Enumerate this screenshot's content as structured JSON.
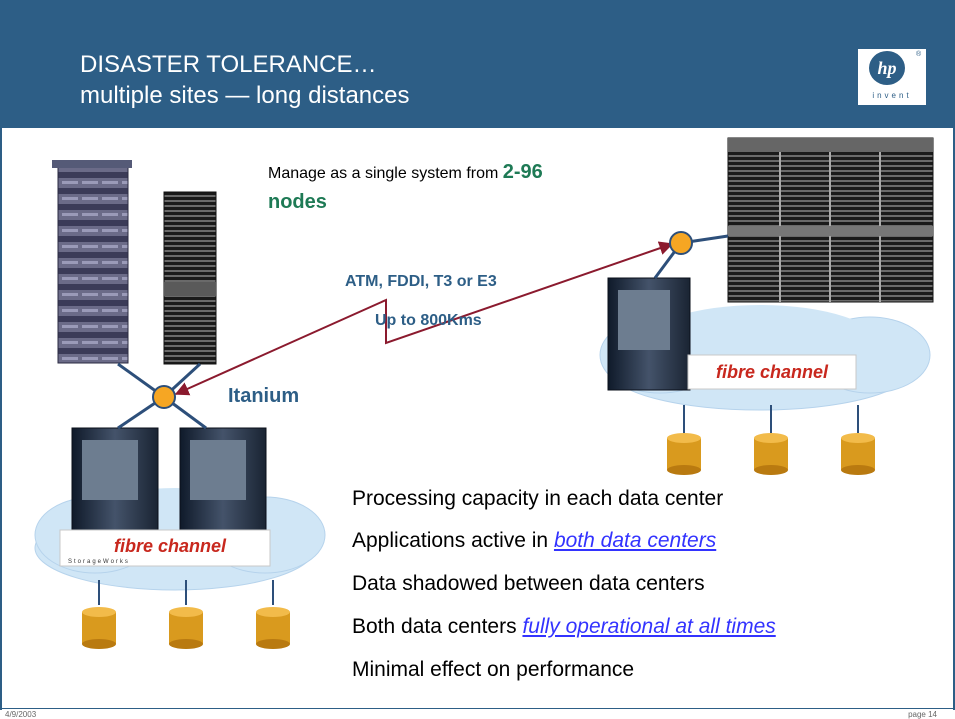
{
  "slide": {
    "title_line1": "DISASTER TOLERANCE…",
    "title_line2": "multiple sites — long distances",
    "logo": {
      "mark": "hp",
      "tagline": "invent"
    },
    "manage_text": "Manage as a single system from ",
    "manage_highlight_a": "2-96",
    "manage_highlight_b": "nodes",
    "link_label_1": "ATM, FDDI, T3 or E3",
    "link_label_2": "Up to 800Kms",
    "itanium_label": "Itanium",
    "fibre_label": "fibre channel",
    "storage_label": "StorageWorks",
    "bullets": [
      {
        "text": "Processing capacity in each data center",
        "highlight": ""
      },
      {
        "text": "Applications active in ",
        "highlight": "both data centers"
      },
      {
        "text": "Data shadowed between data centers",
        "highlight": ""
      },
      {
        "text": "Both data centers ",
        "highlight": "fully operational at all times"
      },
      {
        "text": "Minimal effect on performance",
        "highlight": ""
      }
    ],
    "footer_date": "4/9/2003",
    "footer_page": "page 14"
  },
  "colors": {
    "header_bg": "#2d5e86",
    "node_fill": "#f6a623",
    "disk_fill": "#d99a1e",
    "cloud_fill": "#d0e6f6",
    "link_line": "#8b1a2e",
    "accent_green": "#1e7a55",
    "hyperlink": "#3333ff"
  }
}
